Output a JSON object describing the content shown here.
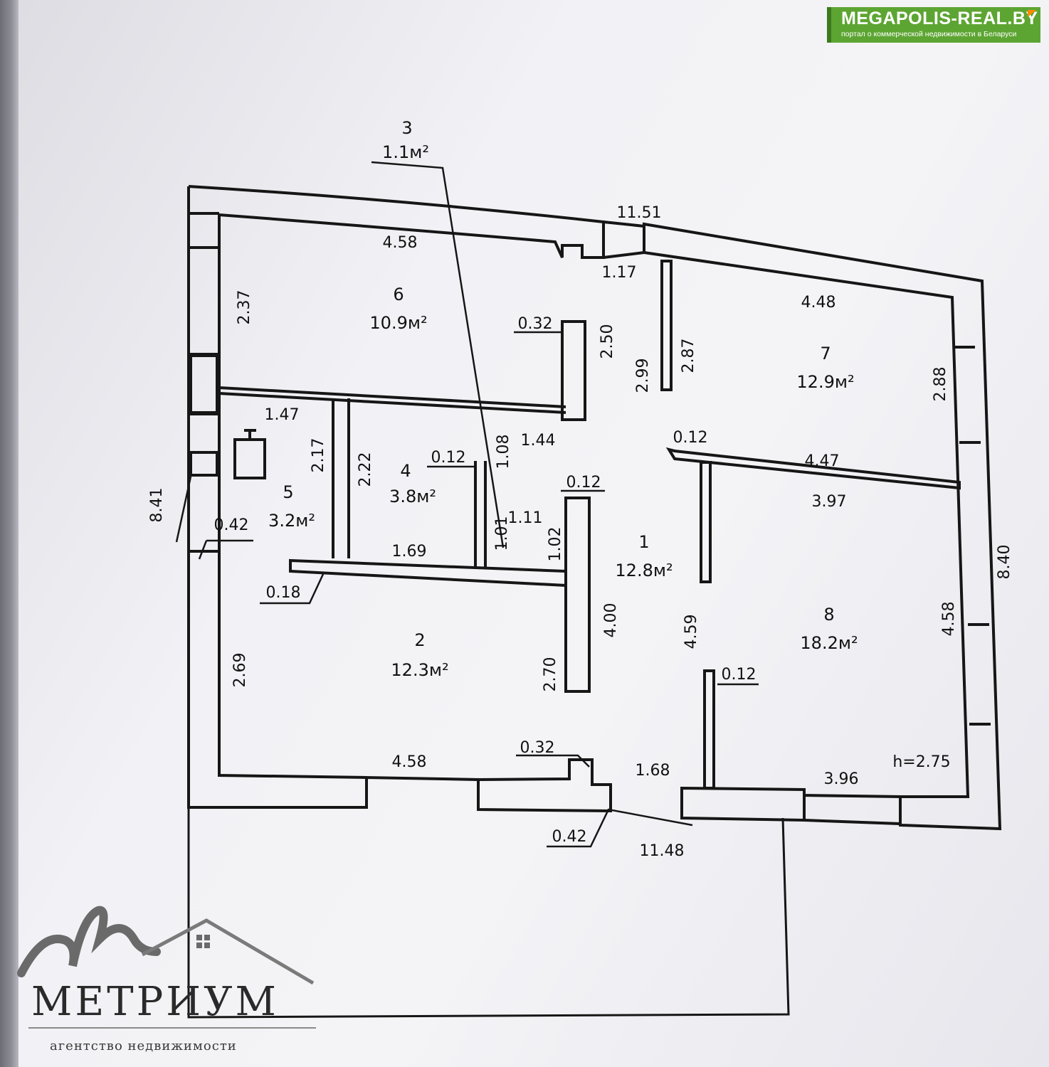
{
  "watermark": {
    "title": "MEGAPOLIS-REAL.BY",
    "subtitle": "портал о коммерческой недвижимости в Беларуси"
  },
  "logo": {
    "name": "МЕТРИУМ",
    "subtitle": "агентство недвижимости"
  },
  "rooms": {
    "r1": {
      "num": "1",
      "area": "12.8м²"
    },
    "r2": {
      "num": "2",
      "area": "12.3м²"
    },
    "r3": {
      "num": "3",
      "area": "1.1м²"
    },
    "r4": {
      "num": "4",
      "area": "3.8м²"
    },
    "r5": {
      "num": "5",
      "area": "3.2м²"
    },
    "r6": {
      "num": "6",
      "area": "10.9м²"
    },
    "r7": {
      "num": "7",
      "area": "12.9м²"
    },
    "r8": {
      "num": "8",
      "area": "18.2м²"
    }
  },
  "dims": {
    "top_total": "11.51",
    "bottom_total": "11.48",
    "left_total": "8.41",
    "right_total": "8.40",
    "ceiling_height": "h=2.75",
    "d458_top": "4.58",
    "d237": "2.37",
    "d117": "1.17",
    "d448": "4.48",
    "d032_a": "0.32",
    "d250": "2.50",
    "d299": "2.99",
    "d287": "2.87",
    "d288": "2.88",
    "d147": "1.47",
    "d217": "2.17",
    "d222": "2.22",
    "d012_a": "0.12",
    "d108": "1.08",
    "d144": "1.44",
    "d012_b": "0.12",
    "d447": "4.47",
    "d012_c": "0.12",
    "d397": "3.97",
    "d111": "1.11",
    "d101": "1.01",
    "d102": "1.02",
    "d042_a": "0.42",
    "d169": "1.69",
    "d018": "0.18",
    "d400": "4.00",
    "d459": "4.59",
    "d458_right": "4.58",
    "d012_d": "0.12",
    "d269": "2.69",
    "d270": "2.70",
    "d458_bottom": "4.58",
    "d032_b": "0.32",
    "d168": "1.68",
    "d396": "3.96",
    "d042_b": "0.42"
  }
}
